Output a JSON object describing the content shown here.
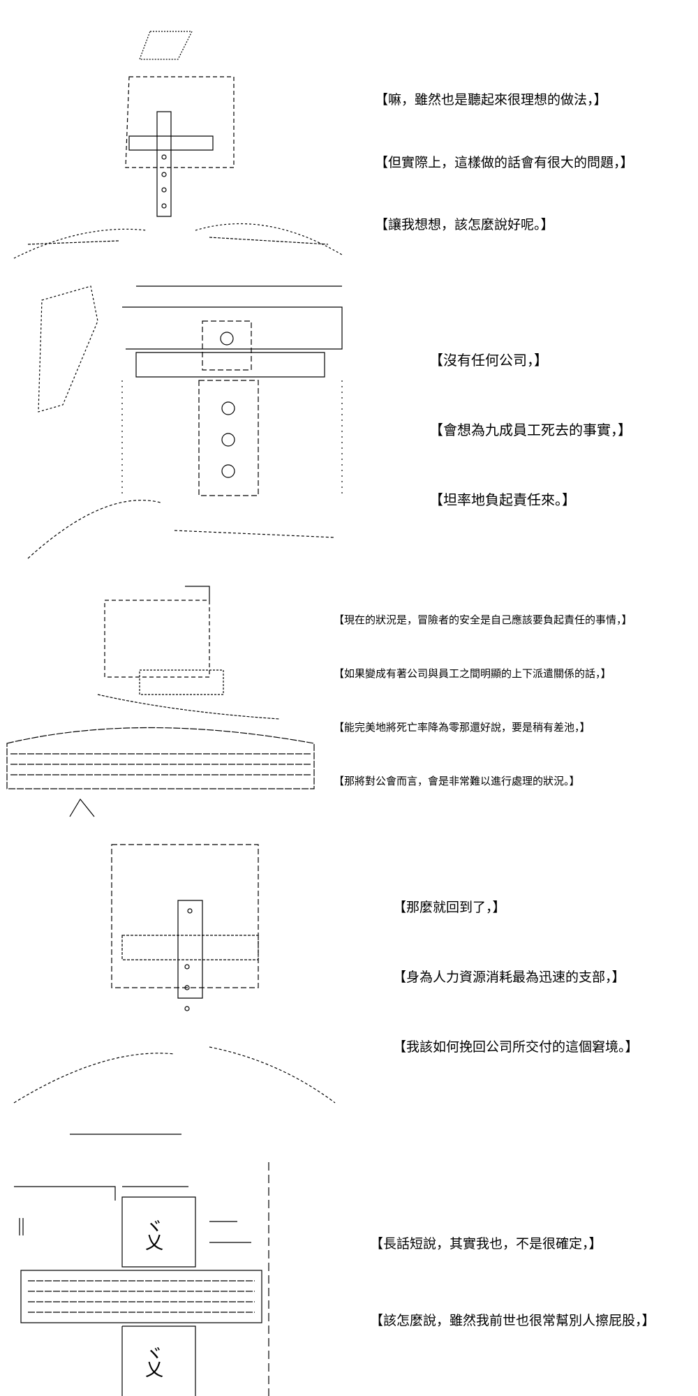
{
  "panels": [
    {
      "lines": [
        "【嘛，雖然也是聽起來很理想的做法，】",
        "【但實際上，這樣做的話會有很大的問題，】",
        "【讓我想想，該怎麼說好呢。】"
      ]
    },
    {
      "lines": [
        "【沒有任何公司，】",
        "【會想為九成員工死去的事實，】",
        "【坦率地負起責任來。】"
      ]
    },
    {
      "lines": [
        "【現在的狀況是，冒險者的安全是自己應該要負起責任的事情，】",
        "【如果變成有著公司與員工之間明顯的上下派遣關係的話，】",
        "【能完美地將死亡率降為零那還好說，要是稍有差池，】",
        "【那將對公會而言，會是非常難以進行處理的狀況。】"
      ]
    },
    {
      "lines": [
        "【那麼就回到了，】",
        "【身為人力資源消耗最為迅速的支部，】",
        "【我該如何挽回公司所交付的這個窘境。】"
      ]
    },
    {
      "lines": [
        "【長話短說，其實我也，不是很確定，】",
        "【該怎麼說，雖然我前世也很常幫別人擦屁股，】"
      ]
    }
  ],
  "art": {
    "helmet_glyph_1": "ヾ",
    "helmet_glyph_2": "乂"
  }
}
